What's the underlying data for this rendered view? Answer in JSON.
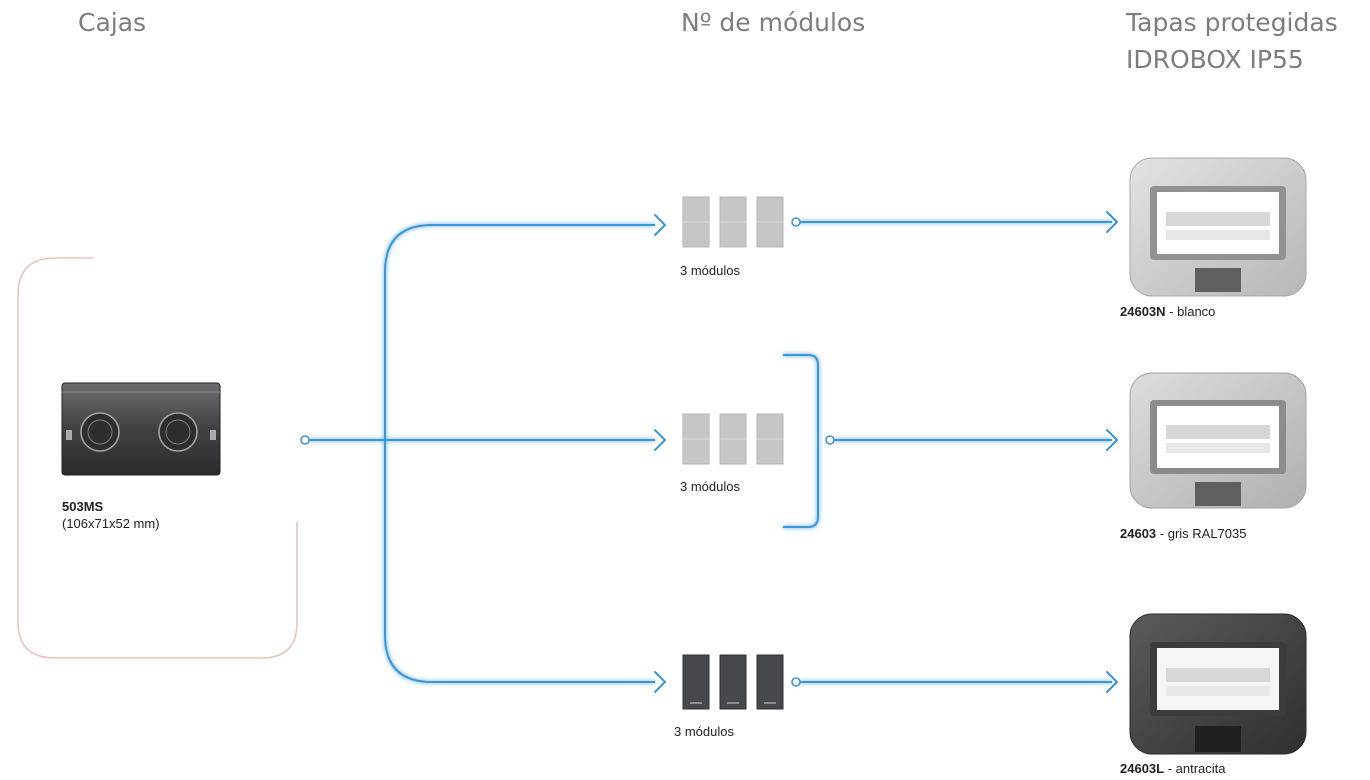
{
  "headers": {
    "cajas": "Cajas",
    "modulos": "Nº de módulos",
    "tapas_line1": "Tapas protegidas",
    "tapas_line2": "IDROBOX IP55"
  },
  "box": {
    "code": "503MS",
    "dimensions": "(106x71x52 mm)"
  },
  "modules": [
    {
      "label": "3 módulos",
      "color": "grey"
    },
    {
      "label": "3 módulos",
      "color": "grey"
    },
    {
      "label": "3 módulos",
      "color": "anthracite"
    }
  ],
  "covers": [
    {
      "code": "24603N",
      "desc": " - blanco",
      "color": "blanco"
    },
    {
      "code": "24603",
      "desc": " - gris RAL7035",
      "color": "gris"
    },
    {
      "code": "24603L",
      "desc": " - antracita",
      "color": "antracita"
    }
  ],
  "colors": {
    "connector": "#3a96d8",
    "bracket_pink": "#e8c4bd",
    "header_text": "#7d7d7d"
  }
}
